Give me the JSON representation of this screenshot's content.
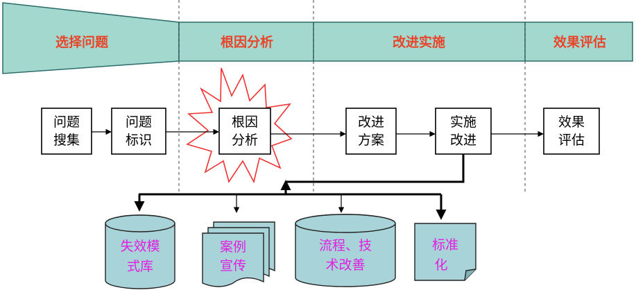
{
  "stages": [
    {
      "label": "选择问题"
    },
    {
      "label": "根因分析"
    },
    {
      "label": "改进实施"
    },
    {
      "label": "效果评估"
    }
  ],
  "process_boxes": [
    {
      "line1": "问题",
      "line2": "搜集"
    },
    {
      "line1": "问题",
      "line2": "标识"
    },
    {
      "line1": "根因",
      "line2": "分析"
    },
    {
      "line1": "改进",
      "line2": "方案"
    },
    {
      "line1": "实施",
      "line2": "改进"
    },
    {
      "line1": "效果",
      "line2": "评估"
    }
  ],
  "outputs": [
    {
      "line1": "失效模",
      "line2": "式库",
      "shape": "cylinder"
    },
    {
      "line1": "案例",
      "line2": "宣传",
      "shape": "stacked-documents"
    },
    {
      "line1": "流程、技",
      "line2": "术改善",
      "shape": "cylinder"
    },
    {
      "line1": "标准",
      "line2": "化",
      "shape": "note"
    }
  ],
  "colors": {
    "band_fill": "#a3d8cf",
    "stage_text": "#e8462b",
    "output_fill": "#a8d3d8",
    "output_text": "#e020e0",
    "burst_stroke": "#f03030"
  }
}
